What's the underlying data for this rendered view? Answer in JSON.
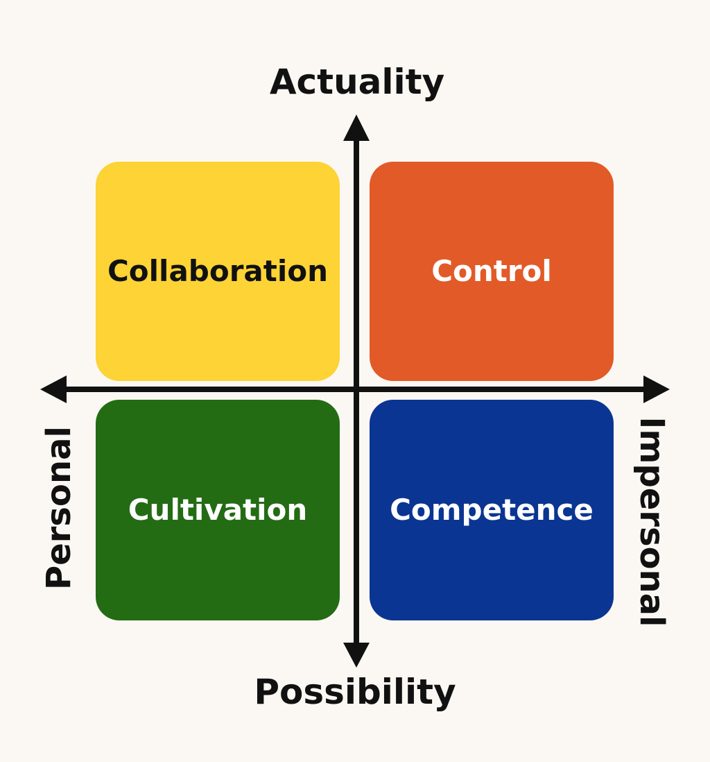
{
  "axes": {
    "top": "Actuality",
    "bottom": "Possibility",
    "left": "Personal",
    "right": "Impersonal"
  },
  "quadrants": [
    {
      "label": "Collaboration",
      "color": "#fdd335",
      "text_color": "#111111"
    },
    {
      "label": "Control",
      "color": "#e25a28",
      "text_color": "#ffffff"
    },
    {
      "label": "Cultivation",
      "color": "#236c14",
      "text_color": "#ffffff"
    },
    {
      "label": "Competence",
      "color": "#0a3592",
      "text_color": "#ffffff"
    }
  ],
  "axis_color": "#111111"
}
